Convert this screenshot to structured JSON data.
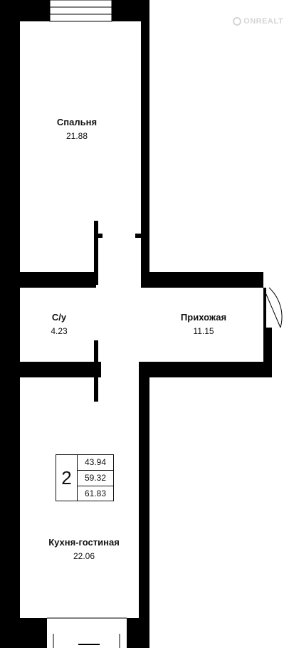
{
  "watermark": {
    "text": "ONREALT"
  },
  "rooms": {
    "bedroom": {
      "name": "Спальня",
      "area": "21.88"
    },
    "bathroom": {
      "name": "С/у",
      "area": "4.23"
    },
    "hallway": {
      "name": "Прихожая",
      "area": "11.15"
    },
    "kitchen_living": {
      "name": "Кухня-гостиная",
      "area": "22.06"
    }
  },
  "legend": {
    "rooms_count": "2",
    "areas": [
      "43.94",
      "59.32",
      "61.83"
    ]
  },
  "colors": {
    "wall": "#000000",
    "background": "#ffffff",
    "text": "#111111"
  }
}
